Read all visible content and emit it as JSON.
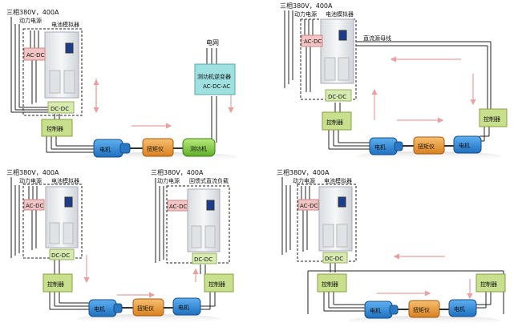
{
  "colors": {
    "ac_dc_fill": "#f2c4c4",
    "dc_dc_fill": "#d7eab0",
    "controller_fill": "#c8df8d",
    "motor_fill": "#2f86d6",
    "torque_fill": "#f0a040",
    "dyno_fill": "#8fd14f",
    "inverter_fill": "#9fe0e0",
    "arrow_color": "#e8a0a0",
    "cabinet_fill": "#e9ecef"
  },
  "panels": [
    {
      "id": "tl",
      "label_power_spec": "三相380V，400A",
      "label_power": "动力电源",
      "label_simulator": "电池模拟器",
      "ac_dc": "AC-DC",
      "dc_dc": "DC-DC",
      "controller": "控制器",
      "motor": "电机",
      "torque": "扭矩仪",
      "dyno": "测功机",
      "grid": "电网",
      "inverter_title": "测功机逆变器",
      "inverter_sub": "AC-DC-AC"
    },
    {
      "id": "tr",
      "label_power_spec": "三相380V，400A",
      "label_power": "动力电源",
      "label_simulator": "电池模拟器",
      "ac_dc": "AC-DC",
      "dc_dc": "DC-DC",
      "bus_label": "直流源母线",
      "controller_left": "控制器",
      "controller_right": "控制器",
      "motor_left": "电机",
      "torque": "扭矩仪",
      "motor_right": "电机"
    },
    {
      "id": "bl",
      "label_power_spec": "三相380V，400A",
      "label_power": "动力电源",
      "label_simulator": "电池模拟器",
      "ac_dc": "AC-DC",
      "dc_dc": "DC-DC",
      "controller": "控制器",
      "motor_left": "电机",
      "torque": "扭矩仪",
      "motor_right": "电机",
      "right_power_spec": "三相380V，400A",
      "right_power": "动力电源",
      "right_load": "回馈式直流负载",
      "right_ac_dc": "AC-DC",
      "right_dc_dc": "DC-DC",
      "right_controller": "控制器"
    },
    {
      "id": "br",
      "label_power_spec": "三相380V，400A",
      "label_power": "动力电源",
      "label_simulator": "电池模拟器",
      "ac_dc": "AC-DC",
      "dc_dc": "DC-DC",
      "controller_left": "控制器",
      "controller_right": "控制器",
      "motor_left": "电机",
      "torque": "扭矩仪",
      "motor_right": "电机"
    }
  ]
}
